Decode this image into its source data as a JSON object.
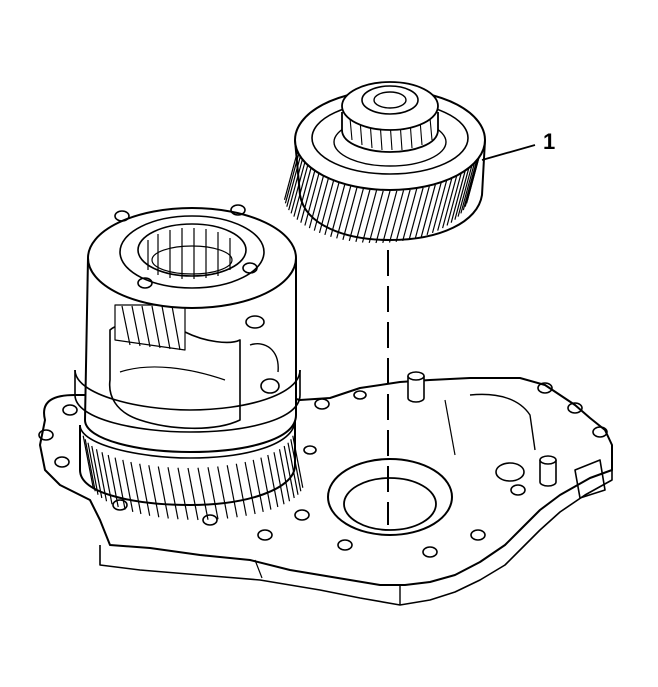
{
  "diagram": {
    "callouts": [
      {
        "label": "1",
        "target": "gear"
      }
    ],
    "parts": [
      "differential-carrier",
      "ring-gear",
      "transmission-case-half",
      "output-gear"
    ]
  }
}
